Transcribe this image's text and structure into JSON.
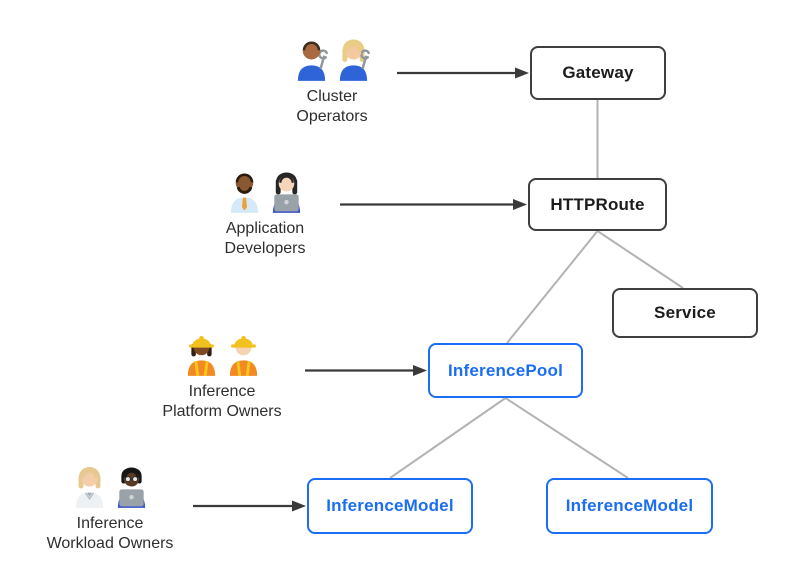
{
  "diagram": {
    "colors": {
      "background": "#ffffff",
      "core_border": "#3f3f3f",
      "core_text": "#1c1c1c",
      "extension_blue": "#1b6ef3",
      "connector_gray": "#b3b3b3",
      "arrow_dark": "#3a3a3a",
      "label_text": "#2e2e2e"
    },
    "nodes": {
      "gateway": {
        "label": "Gateway",
        "style": "core"
      },
      "httproute": {
        "label": "HTTPRoute",
        "style": "core"
      },
      "service": {
        "label": "Service",
        "style": "core"
      },
      "inferencepool": {
        "label": "InferencePool",
        "style": "extension"
      },
      "inferencemodel_left": {
        "label": "InferenceModel",
        "style": "extension"
      },
      "inferencemodel_right": {
        "label": "InferenceModel",
        "style": "extension"
      }
    },
    "edges": [
      {
        "from": "gateway",
        "to": "httproute"
      },
      {
        "from": "httproute",
        "to": "service"
      },
      {
        "from": "httproute",
        "to": "inferencepool"
      },
      {
        "from": "inferencepool",
        "to": "inferencemodel_left"
      },
      {
        "from": "inferencepool",
        "to": "inferencemodel_right"
      }
    ],
    "personas": [
      {
        "id": "cluster-operators",
        "label_lines": [
          "Cluster",
          "Operators"
        ],
        "figures": [
          {
            "name": "man-mechanic",
            "emoji": "👨🏽‍🔧"
          },
          {
            "name": "woman-mechanic",
            "emoji": "👩🏼‍🔧"
          }
        ],
        "points_to": "gateway"
      },
      {
        "id": "application-developers",
        "label_lines": [
          "Application",
          "Developers"
        ],
        "figures": [
          {
            "name": "man-office-worker",
            "emoji": "👨🏾‍💼"
          },
          {
            "name": "woman-technologist",
            "emoji": "👩🏻‍💻"
          }
        ],
        "points_to": "httproute"
      },
      {
        "id": "inference-platform-owners",
        "label_lines": [
          "Inference",
          "Platform Owners"
        ],
        "figures": [
          {
            "name": "woman-construction-worker",
            "emoji": "👷🏾‍♀️"
          },
          {
            "name": "man-construction-worker",
            "emoji": "👷🏻"
          }
        ],
        "points_to": "inferencepool"
      },
      {
        "id": "inference-workload-owners",
        "label_lines": [
          "Inference",
          "Workload Owners"
        ],
        "figures": [
          {
            "name": "health-worker",
            "emoji": "🧑🏼‍⚕️"
          },
          {
            "name": "man-technologist-dark",
            "emoji": "👨🏿‍💻"
          }
        ],
        "points_to": "inferencemodel_left"
      }
    ]
  }
}
